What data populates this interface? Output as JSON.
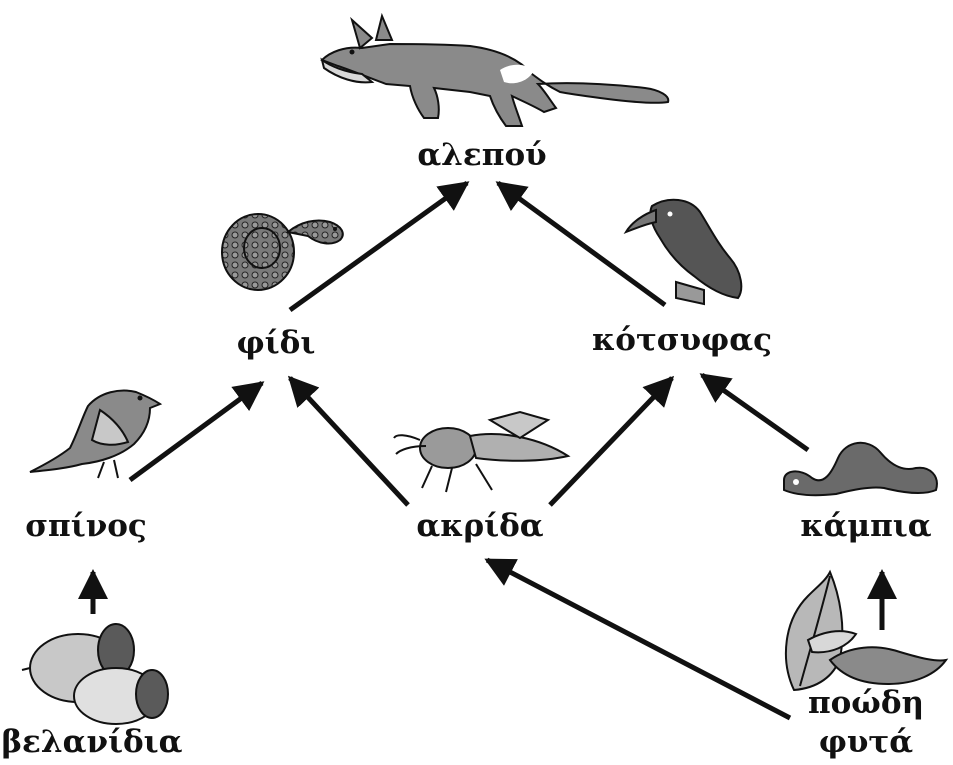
{
  "diagram": {
    "organisms": {
      "fox": "αλεπού",
      "snake": "φίδι",
      "blackbird": "κότσυφας",
      "finch": "σπίνος",
      "grasshopper": "ακρίδα",
      "caterpillar": "κάμπια",
      "acorns": "βελανίδια",
      "plants_line1": "ποώδη",
      "plants_line2": "φυτά"
    },
    "icons": {
      "fox": "fox-illustration",
      "snake": "coiled-snake-illustration",
      "blackbird": "blackbird-illustration",
      "finch": "finch-illustration",
      "grasshopper": "grasshopper-illustration",
      "caterpillar": "caterpillar-illustration",
      "acorns": "acorns-illustration",
      "plants": "leaves-illustration"
    },
    "arrows": [
      {
        "from": "βελανίδια",
        "to": "σπίνος"
      },
      {
        "from": "σπίνος",
        "to": "φίδι"
      },
      {
        "from": "ακρίδα",
        "to": "φίδι"
      },
      {
        "from": "ακρίδα",
        "to": "κότσυφας"
      },
      {
        "from": "κάμπια",
        "to": "κότσυφας"
      },
      {
        "from": "φίδι",
        "to": "αλεπού"
      },
      {
        "from": "κότσυφας",
        "to": "αλεπού"
      },
      {
        "from": "ποώδη φυτά",
        "to": "ακρίδα"
      },
      {
        "from": "ποώδη φυτά",
        "to": "κάμπια"
      }
    ]
  }
}
